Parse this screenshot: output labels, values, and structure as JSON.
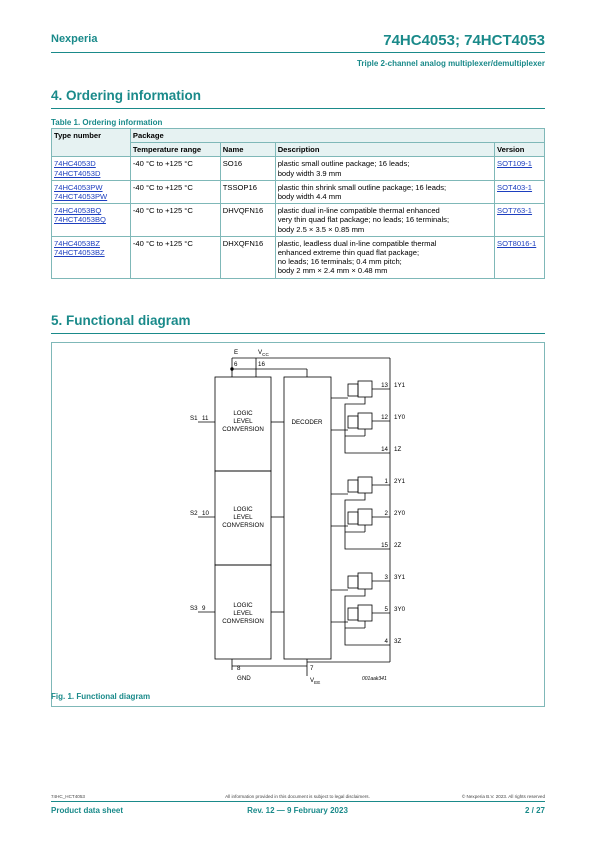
{
  "header": {
    "brand": "Nexperia",
    "part": "74HC4053; 74HCT4053",
    "subtitle": "Triple 2-channel analog multiplexer/demultiplexer"
  },
  "section4": {
    "title": "4.  Ordering information",
    "table_caption": "Table 1. Ordering information",
    "col_type": "Type number",
    "col_package": "Package",
    "col_temp": "Temperature range",
    "col_name": "Name",
    "col_desc": "Description",
    "col_version": "Version",
    "rows": [
      {
        "type1": "74HC4053D",
        "type2": "74HCT4053D",
        "temp": "-40 °C to +125 °C",
        "name": "SO16",
        "desc1": "plastic small outline package; 16 leads;",
        "desc2": "body width 3.9 mm",
        "desc3": "",
        "desc4": "",
        "version": "SOT109-1"
      },
      {
        "type1": "74HC4053PW",
        "type2": "74HCT4053PW",
        "temp": "-40 °C to +125 °C",
        "name": "TSSOP16",
        "desc1": "plastic thin shrink small outline package; 16 leads;",
        "desc2": "body width 4.4 mm",
        "desc3": "",
        "desc4": "",
        "version": "SOT403-1"
      },
      {
        "type1": "74HC4053BQ",
        "type2": "74HCT4053BQ",
        "temp": "-40 °C to +125 °C",
        "name": "DHVQFN16",
        "desc1": "plastic dual in-line compatible thermal enhanced",
        "desc2": "very thin quad flat package; no leads; 16 terminals;",
        "desc3": "body 2.5 × 3.5 × 0.85 mm",
        "desc4": "",
        "version": "SOT763-1"
      },
      {
        "type1": "74HC4053BZ",
        "type2": "74HCT4053BZ",
        "temp": "-40 °C to +125 °C",
        "name": "DHXQFN16",
        "desc1": "plastic, leadless dual in-line compatible thermal",
        "desc2": "enhanced extreme thin quad flat package;",
        "desc3": "no leads; 16 terminals; 0.4 mm pitch;",
        "desc4": "body 2 mm × 2.4 mm × 0.48 mm",
        "version": "SOT8016-1"
      }
    ]
  },
  "section5": {
    "title": "5.  Functional diagram",
    "figure_caption": "Fig. 1.    Functional diagram",
    "diagram": {
      "e": "E",
      "e_pin": "6",
      "vcc": "V",
      "vcc_sub": "CC",
      "vcc_pin": "16",
      "gnd": "GND",
      "gnd_pin": "8",
      "vee": "V",
      "vee_sub": "EE",
      "vee_pin": "7",
      "decoder": "DECODER",
      "logic1": "LOGIC",
      "logic2": "LEVEL",
      "logic3": "CONVERSION",
      "s1": "S1",
      "s1_pin": "11",
      "s2": "S2",
      "s2_pin": "10",
      "s3": "S3",
      "s3_pin": "9",
      "ch": [
        {
          "pin": "13",
          "label": "1Y1"
        },
        {
          "pin": "12",
          "label": "1Y0"
        },
        {
          "pin": "14",
          "label": "1Z"
        },
        {
          "pin": "1",
          "label": "2Y1"
        },
        {
          "pin": "2",
          "label": "2Y0"
        },
        {
          "pin": "15",
          "label": "2Z"
        },
        {
          "pin": "3",
          "label": "3Y1"
        },
        {
          "pin": "5",
          "label": "3Y0"
        },
        {
          "pin": "4",
          "label": "3Z"
        }
      ],
      "ref": "001aak341"
    }
  },
  "footer": {
    "doc_id": "74HC_HCT4053",
    "disclaimer": "All information provided in this document is subject to legal disclaimers.",
    "copyright": "© Nexperia B.V. 2023. All rights reserved",
    "doc_type": "Product data sheet",
    "revision": "Rev. 12 — 9 February 2023",
    "page": "2 / 27"
  }
}
